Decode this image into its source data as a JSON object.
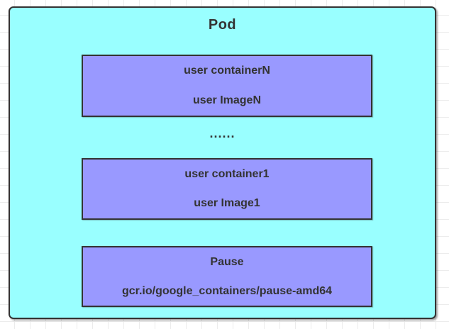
{
  "colors": {
    "pod_fill": "#99ffff",
    "container_fill": "#9999ff",
    "border": "#333333",
    "text": "#333333"
  },
  "pod": {
    "title": "Pod",
    "ellipsis": "......",
    "containers": [
      {
        "name": "user containerN",
        "image": "user ImageN"
      },
      {
        "name": "user container1",
        "image": "user Image1"
      },
      {
        "name": "Pause",
        "image": "gcr.io/google_containers/pause-amd64"
      }
    ]
  }
}
